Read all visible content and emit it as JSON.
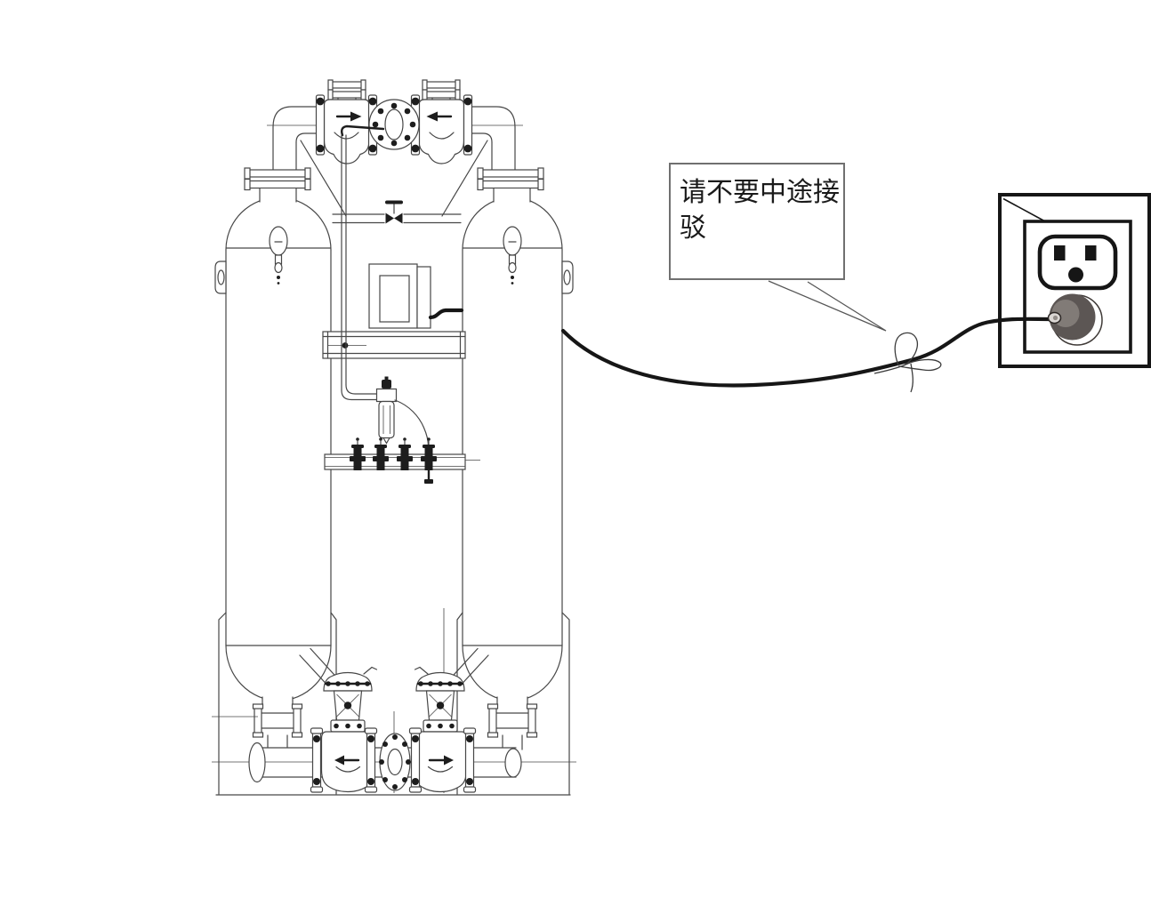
{
  "colors": {
    "line": "#474747",
    "dark": "#1d1d1d",
    "cord": "#161616",
    "plug": "#5c5654",
    "plugLight": "#817b77",
    "plugEntry": "#dbd7d4",
    "bubbleBorder": "#707070",
    "text": "#1a1a1a"
  },
  "callout": {
    "line1": "请不要中途接",
    "line2": "驳",
    "full_text": "请不要中途接驳"
  },
  "illustration": {
    "description": "Technical line drawing of a twin-tower desiccant air dryer whose power cord, tied in a loose loop, plugs directly into a wall outlet",
    "components": [
      "twin adsorption towers",
      "top valve manifold",
      "controller box",
      "tie beam",
      "filter regulator",
      "pilot valve manifold",
      "bottom valve manifold",
      "base frame",
      "power cord",
      "cord loop knot",
      "wall outlet",
      "power plug"
    ]
  }
}
